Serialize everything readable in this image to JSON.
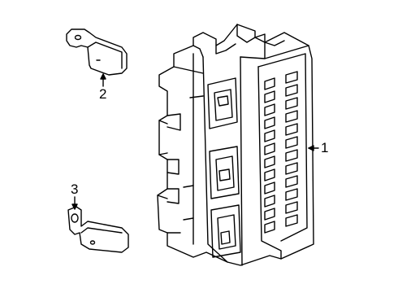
{
  "callouts": [
    {
      "id": "1",
      "label": "1",
      "part": "fuse-relay-box"
    },
    {
      "id": "2",
      "label": "2",
      "part": "upper-bracket"
    },
    {
      "id": "3",
      "label": "3",
      "part": "lower-bracket"
    }
  ],
  "colors": {
    "line": "#000000",
    "background": "#ffffff"
  }
}
